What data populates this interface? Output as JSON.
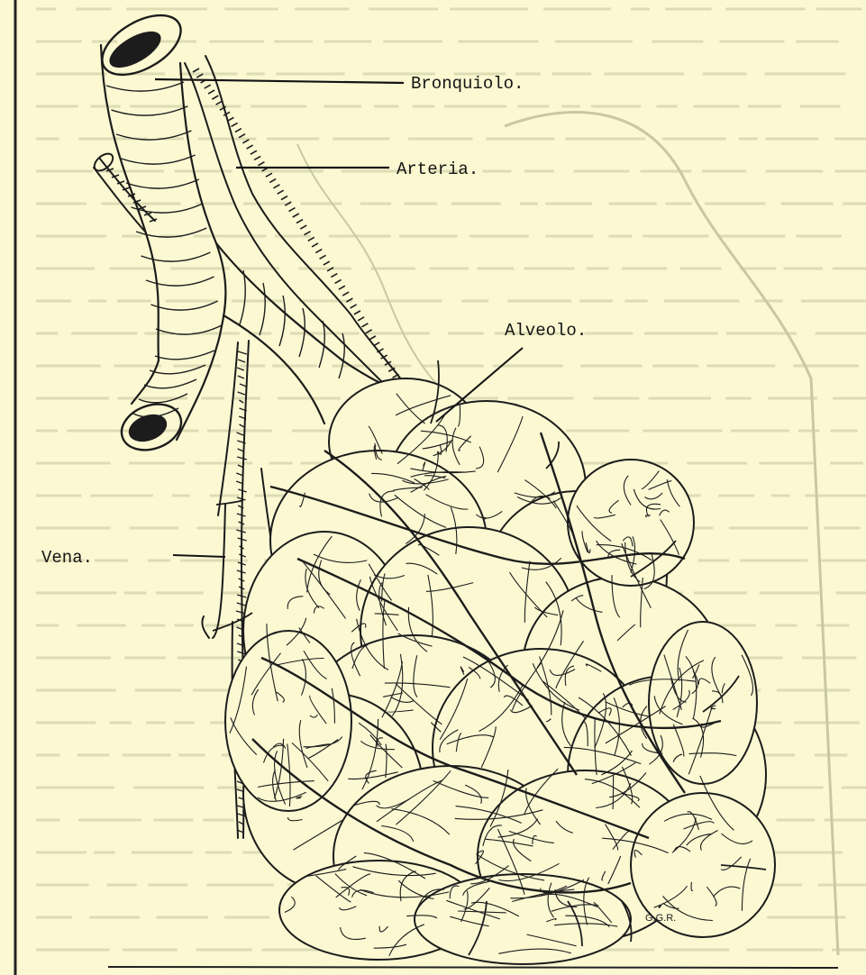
{
  "labels": {
    "bronchiole": "Bronquiolo.",
    "artery": "Arteria.",
    "alveolus": "Alveolo.",
    "vein": "Vena."
  },
  "signature": "G.G.R.",
  "colors": {
    "paper": "#fbf8d2",
    "ink": "#1c1c1c"
  }
}
